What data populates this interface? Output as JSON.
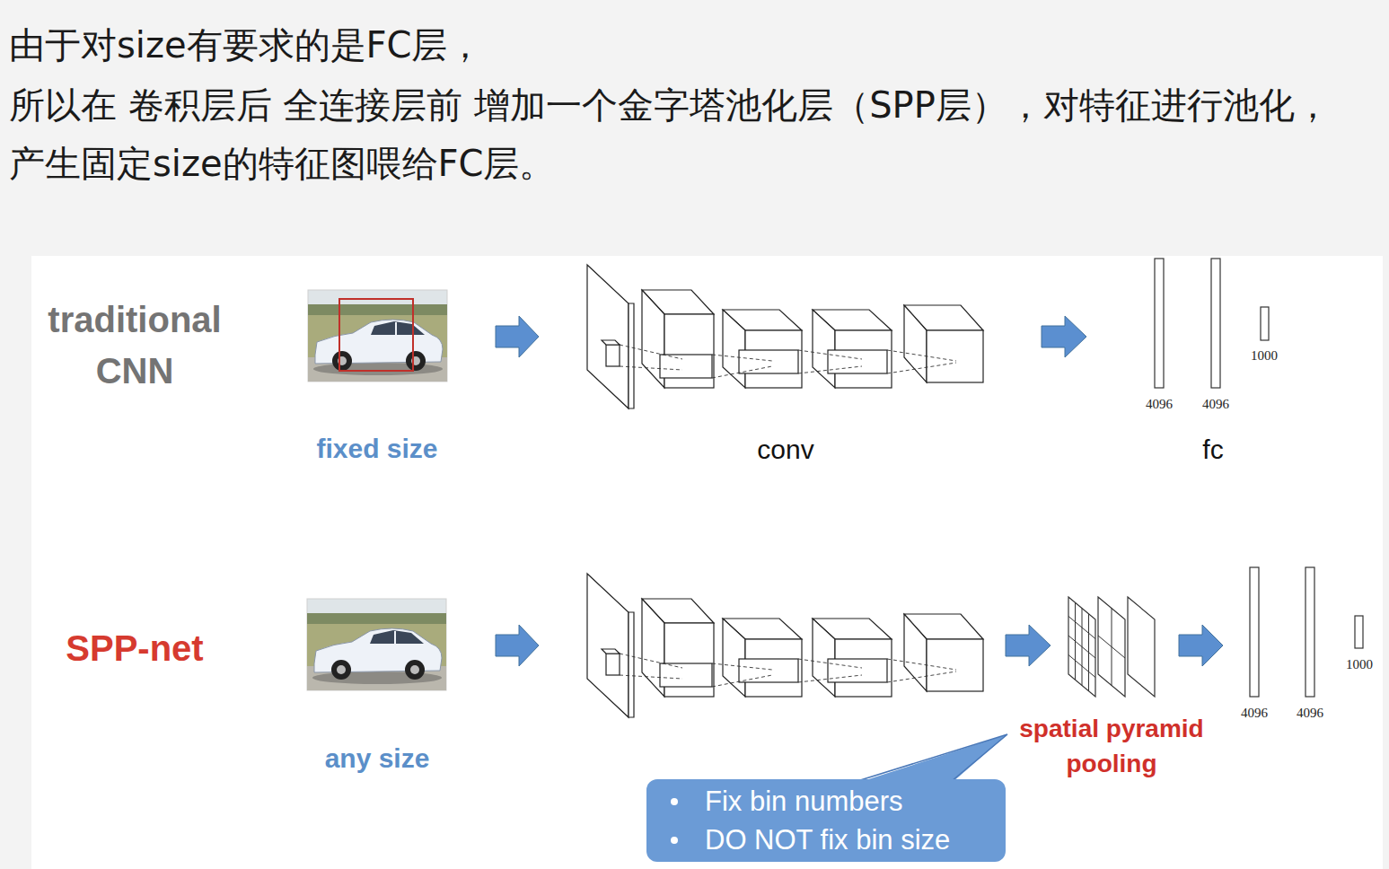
{
  "diagram": {
    "nodes": [
      {
        "text": [
          "Fix bin numbers",
          "DO NOT fix bin size"
        ]
      }
    ],
    "labels": [
      "由于对size有要求的是FC层，",
      "所以在 卷积层后 全连接层前 增加一个金字塔池化层（SPP层），对特征进行池化，",
      "产生固定size的特征图喂给FC层。",
      "traditional CNN",
      "fixed size",
      "conv",
      "4096",
      "4096",
      "1000",
      "fc",
      "SPP-net",
      "any size",
      "4096",
      "4096",
      "1000",
      "spatial pyramid pooling"
    ]
  }
}
